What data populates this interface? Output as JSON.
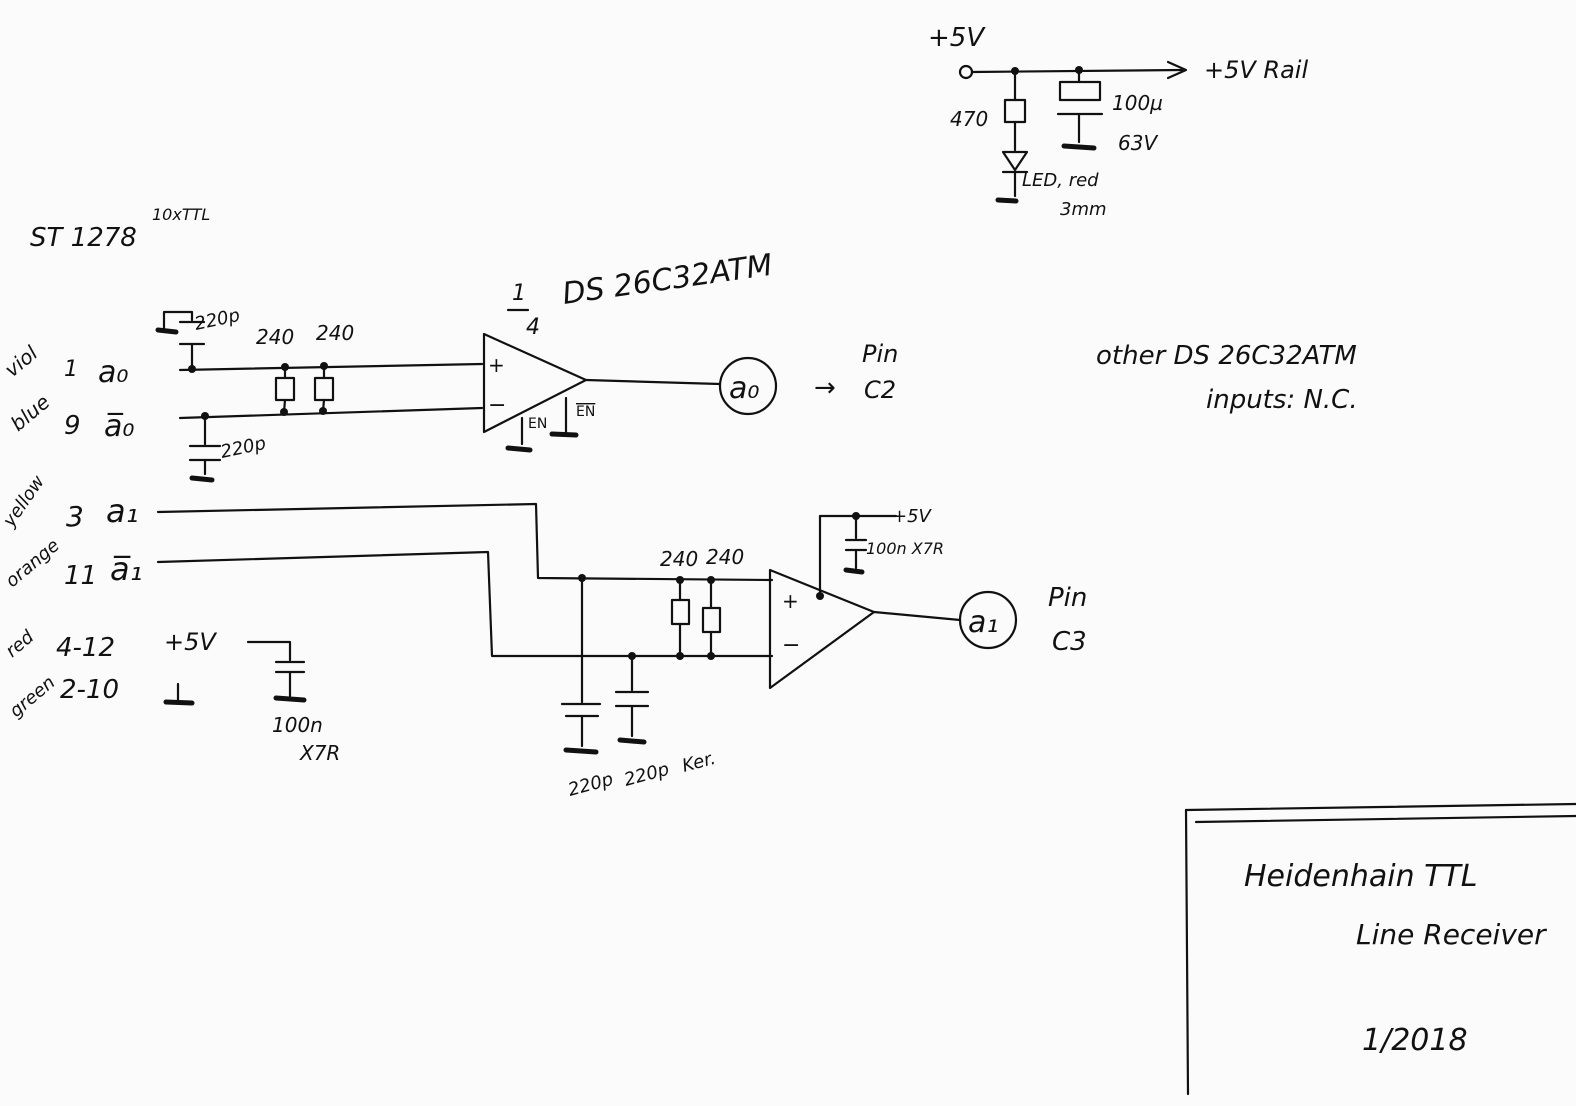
{
  "header": {
    "connector": "ST 1278",
    "signal": "10xTTL"
  },
  "ic": {
    "fraction_num": "1",
    "fraction_den": "4",
    "part": "DS 26C32ATM",
    "en": "EN",
    "en_bar": "EN"
  },
  "supply": {
    "in_label": "+5V",
    "rail_label": "+5V Rail",
    "resistor": "470",
    "cap_value": "100µ",
    "cap_voltage": "63V",
    "led_line1": "LED, red",
    "led_line2": "3mm"
  },
  "pins": [
    {
      "color": "viol",
      "num": "1",
      "sig": "a₀"
    },
    {
      "color": "blue",
      "num": "9",
      "sig": "a̅₀"
    },
    {
      "color": "yellow",
      "num": "3",
      "sig": "a₁"
    },
    {
      "color": "orange",
      "num": "11",
      "sig": "a̅₁"
    },
    {
      "color": "red",
      "num": "4-12",
      "sig": "+5V"
    },
    {
      "color": "green",
      "num": "2-10",
      "sig": ""
    }
  ],
  "ch0": {
    "cap_top": "220p",
    "cap_bot": "220p",
    "r1": "240",
    "r2": "240",
    "out": "a₀",
    "arrow": "→",
    "pin_label": "Pin",
    "pin_num": "C2"
  },
  "ch1": {
    "r1": "240",
    "r2": "240",
    "c1": "220p",
    "c2": "220p",
    "c_type": "Ker.",
    "vcc": "+5V",
    "decoupling": "100n X7R",
    "out": "a₁",
    "pin_label": "Pin",
    "pin_num": "C3"
  },
  "bypass": {
    "value": "100n",
    "type": "X7R"
  },
  "note": {
    "line1": "other DS 26C32ATM",
    "line2": "inputs: N.C."
  },
  "title": {
    "line1": "Heidenhain TTL",
    "line2": "Line Receiver",
    "date": "1/2018"
  }
}
